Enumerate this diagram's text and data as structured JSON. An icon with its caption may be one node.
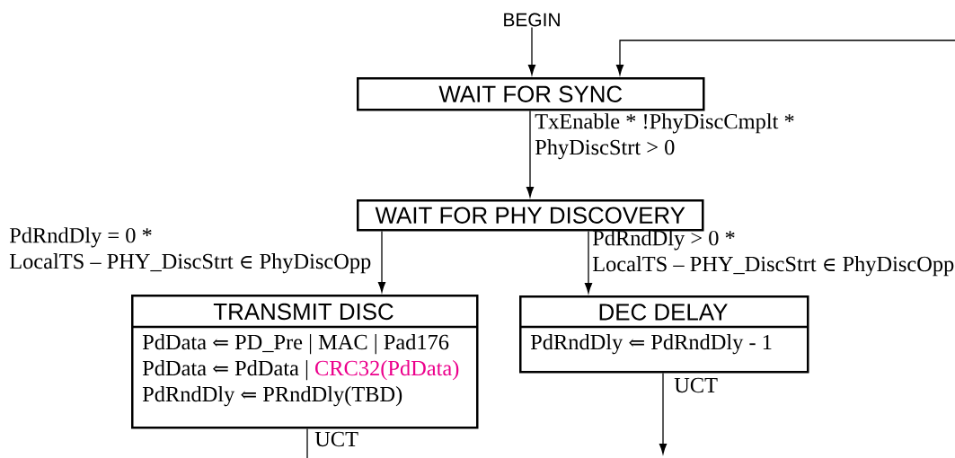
{
  "diagram": {
    "nodes": [
      {
        "text": [
          "BEGIN"
        ]
      },
      {
        "text": [
          "WAIT FOR SYNC"
        ]
      },
      {
        "text": [
          "WAIT FOR PHY DISCOVERY"
        ]
      },
      {
        "text": [
          "TRANSMIT DISC",
          "PdData ⇐ PD_Pre | MAC | Pad176",
          "PdData ⇐ PdData |",
          "CRC32(PdData)",
          "PdRndDly ⇐ PRndDly(TBD)"
        ]
      },
      {
        "text": [
          "DEC DELAY",
          "PdRndDly ⇐ PdRndDly - 1"
        ]
      }
    ],
    "edges": [
      {
        "from": 0,
        "to": 1,
        "arrow": "to"
      },
      {
        "from": null,
        "to": 1,
        "arrow": "to"
      },
      {
        "from": 1,
        "to": 2,
        "arrow": "to",
        "label": "TxEnable * !PhyDiscCmplt * PhyDiscStrt > 0"
      },
      {
        "from": 2,
        "to": 3,
        "arrow": "to",
        "label": "PdRndDly = 0 * LocalTS – PHY_DiscStrt ∈ PhyDiscOpp"
      },
      {
        "from": 2,
        "to": 4,
        "arrow": "to",
        "label": "PdRndDly > 0 * LocalTS – PHY_DiscStrt ∈ PhyDiscOpp"
      },
      {
        "from": 3,
        "to": null,
        "arrow": "none",
        "label": "UCT"
      },
      {
        "from": 4,
        "to": null,
        "arrow": "to",
        "label": "UCT"
      }
    ]
  }
}
